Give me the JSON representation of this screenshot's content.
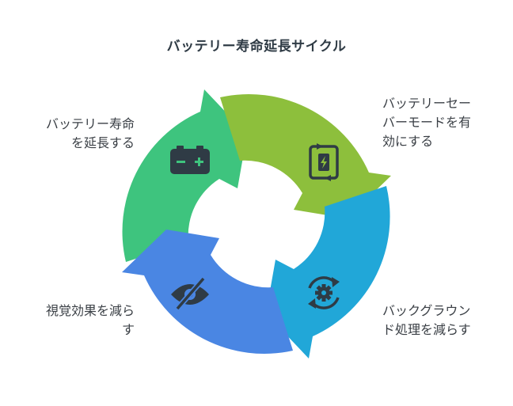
{
  "title": "バッテリー寿命延長サイクル",
  "steps": [
    {
      "label_lines": [
        "バッテリー寿命",
        "を延長する"
      ],
      "color": "#3ec47e",
      "icon": "battery-icon"
    },
    {
      "label_lines": [
        "バッテリーセー",
        "バーモードを有",
        "効にする"
      ],
      "color": "#8dbf3c",
      "icon": "battery-saver-icon"
    },
    {
      "label_lines": [
        "バックグラウン",
        "ド処理を減らす"
      ],
      "color": "#21a7d8",
      "icon": "gear-sync-icon"
    },
    {
      "label_lines": [
        "視覚効果を減ら",
        "す"
      ],
      "color": "#4a86e3",
      "icon": "eye-off-icon"
    }
  ]
}
